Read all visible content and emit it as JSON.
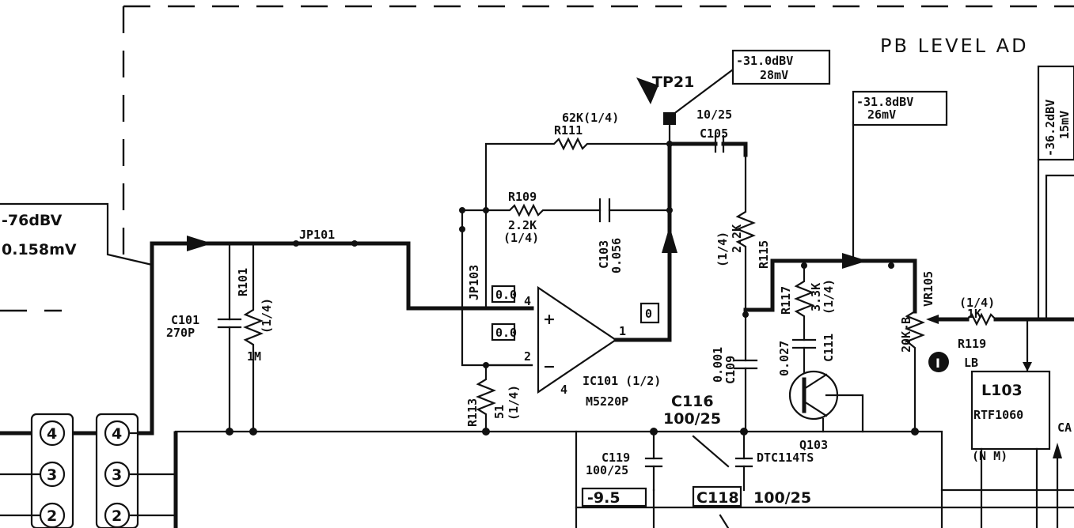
{
  "section_title": "PB LEVEL AD",
  "level_boxes": {
    "input_dbv": "-76dBV",
    "input_mv": "0.158mV",
    "tp21_dbv": "-31.0dBV",
    "tp21_mv": "28mV",
    "mid_dbv": "-31.8dBV",
    "mid_mv": "26mV",
    "right_dbv": "-36.2dBV",
    "right_mv": "15mV",
    "minus95": "-9.5",
    "pin3_v": "0.0",
    "pin2_v": "0.0",
    "out_v": "0"
  },
  "components": {
    "tp21": "TP21",
    "r111": "R111",
    "r111_val": "62K(1/4)",
    "c105": "C105",
    "c105_val": "10/25",
    "r109": "R109",
    "r109_val": "2.2K",
    "r109_pow": "(1/4)",
    "c103": "C103",
    "c103_val": "0.056",
    "jp103": "JP103",
    "jp101": "JP101",
    "r101": "R101",
    "r101_val": "1M",
    "r101_pow": "(1/4)",
    "c101": "C101",
    "c101_val": "270P",
    "r113": "R113",
    "r113_val": "51",
    "r113_pow": "(1/4)",
    "ic101": "IC101 (1/2)",
    "ic101_part": "M5220P",
    "pin4": "4",
    "pin2": "2",
    "pin1": "1",
    "plus": "+",
    "minus": "−",
    "r115": "R115",
    "r115_val": "2.2K",
    "r115_pow": "(1/4)",
    "c109": "C109",
    "c109_val": "0.001",
    "r117": "R117",
    "r117_val": "3.3K",
    "r117_pow": "(1/4)",
    "c111": "C111",
    "c111_val": "0.027",
    "q103": "Q103",
    "q103_part": "DTC114TS",
    "c116": "C116",
    "c116_val": "100/25",
    "c119": "C119",
    "c119_val": "100/25",
    "c118": "C118",
    "c118_val": "100/25",
    "vr105": "VR105",
    "vr105_val": "20K-B",
    "r119": "R119",
    "r119_val": "1K",
    "r119_pow": "(1/4)",
    "l103": "L103",
    "l103_part": "RTF1060",
    "circle_i": "I",
    "lb": "LB",
    "nm": "(N M)",
    "ca": "CA"
  },
  "connectors": {
    "left": [
      "4",
      "3",
      "2"
    ],
    "right": [
      "4",
      "3",
      "2"
    ]
  }
}
